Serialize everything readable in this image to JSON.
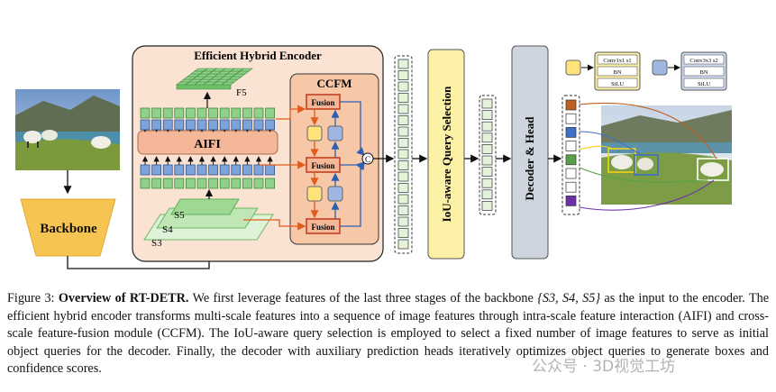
{
  "encoder": {
    "title": "Efficient Hybrid Encoder",
    "aifi": "AIFI",
    "ccfm": "CCFM",
    "fusion": "Fusion",
    "concat": "C",
    "f5": "F5"
  },
  "stages": {
    "s5": "S5",
    "s4": "S4",
    "s3": "S3"
  },
  "backbone": "Backbone",
  "query_selection": "IoU-aware Query Selection",
  "decoder": "Decoder & Head",
  "legend": {
    "conv1": [
      "Conv1x1 s1",
      "BN",
      "SiLU"
    ],
    "conv3": [
      "Conv3x3 s2",
      "BN",
      "SiLU"
    ]
  },
  "colors": {
    "encoder_bg": "#fbe3d4",
    "ccfm_bg": "#f6c8a8",
    "aifi_fill": "#f4b899",
    "green": "#8fd08a",
    "blue": "#7ea3da",
    "yellow": "#ffe27a",
    "qsel": "#fdf1a8",
    "decoder": "#cfd5de",
    "arrow_red": "#e25a1c"
  },
  "query_colors": [
    "#c0601f",
    "#ffffff",
    "#3f6fc6",
    "#ffffff",
    "#58a048",
    "#ffffff",
    "#ffffff",
    "#6d2fa8"
  ],
  "caption": {
    "label": "Figure 3:",
    "bold": "Overview of RT-DETR.",
    "pre_math": "We first leverage features of the last three stages of the backbone",
    "math": "{S3, S4, S5}",
    "post_math": "as the input to the encoder. The efficient hybrid encoder transforms multi-scale features into a sequence of image features through intra-scale feature interaction (AIFI) and cross-scale feature-fusion module (CCFM). The IoU-aware query selection is employed to select a fixed number of image features to serve as initial object queries for the decoder. Finally, the decoder with auxiliary prediction heads iteratively optimizes object queries to generate boxes and confidence scores."
  },
  "watermark": "公众号 · 3D视觉工坊"
}
